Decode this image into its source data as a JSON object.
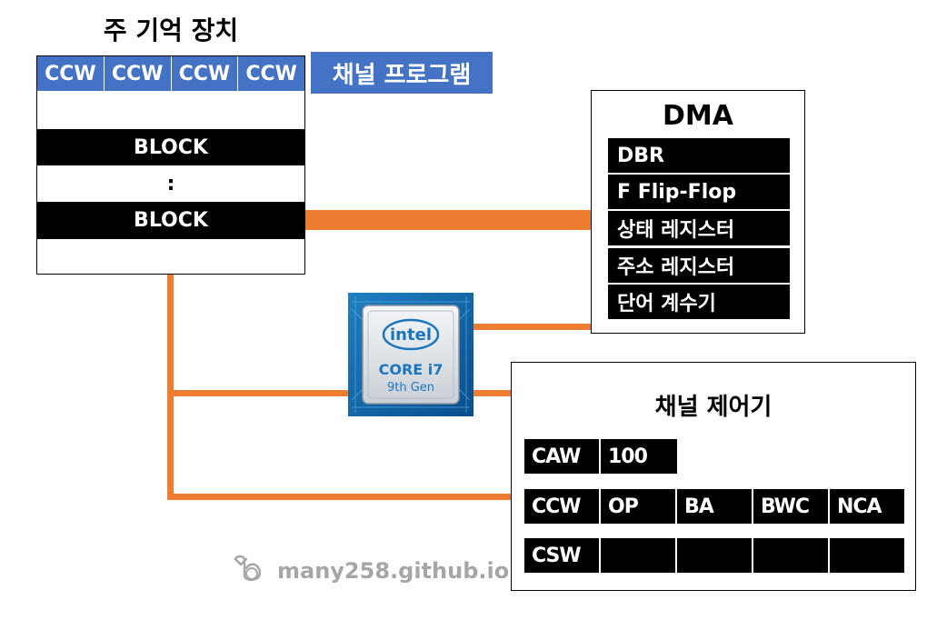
{
  "main_memory": {
    "title": "주 기억 장치",
    "ccw_cells": [
      "CCW",
      "CCW",
      "CCW",
      "CCW"
    ],
    "rows": [
      "",
      "BLOCK",
      ":",
      "BLOCK",
      ""
    ]
  },
  "channel_program_label": "채널 프로그램",
  "dma": {
    "title": "DMA",
    "registers": [
      "DBR",
      "F Flip-Flop",
      "상태 레지스터",
      "주소 레지스터",
      "단어 계수기"
    ]
  },
  "cpu": {
    "brand": "intel",
    "model": "CORE i7",
    "generation": "9th Gen"
  },
  "channel_controller": {
    "title": "채널 제어기",
    "caw_row": [
      "CAW",
      "100"
    ],
    "ccw_row": [
      "CCW",
      "OP",
      "BA",
      "BWC",
      "NCA"
    ],
    "csw_row": [
      "CSW",
      "",
      "",
      "",
      ""
    ]
  },
  "footer": {
    "site": "many258.github.io"
  },
  "colors": {
    "accent_blue": "#4472c4",
    "connector_orange": "#ed7d31",
    "register_black": "#000000"
  }
}
